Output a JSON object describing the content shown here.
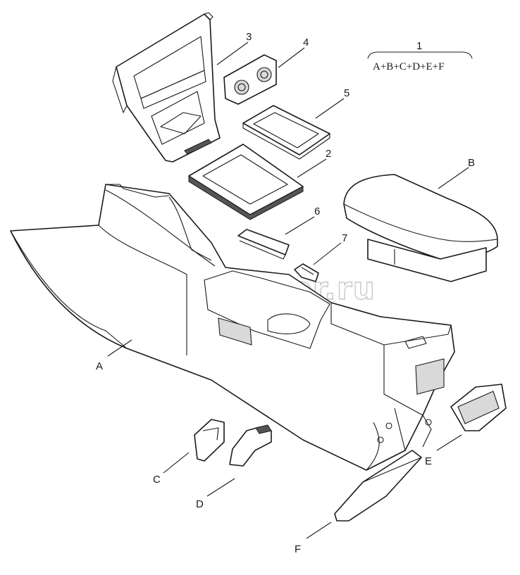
{
  "callouts": {
    "assembly_number": "1",
    "assembly_formula": "A+B+C+D+E+F",
    "part_3": "3",
    "part_4": "4",
    "part_5": "5",
    "part_2": "2",
    "part_6": "6",
    "part_7": "7",
    "part_A": "A",
    "part_B": "B",
    "part_C": "C",
    "part_D": "D",
    "part_E": "E",
    "part_F": "F"
  },
  "watermark": {
    "text": "autopiter.ru",
    "icon": "a-arrow-logo-icon"
  },
  "colors": {
    "line": "#1a1a1a",
    "watermark": "#c8c8c8",
    "background": "#ffffff"
  }
}
